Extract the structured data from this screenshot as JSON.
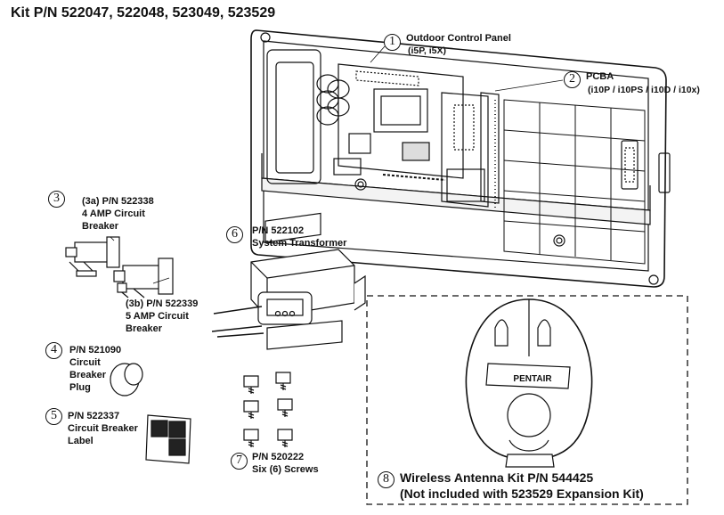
{
  "title": "Kit P/N 522047, 522048, 523049, 523529",
  "callouts": {
    "c1": {
      "number": "1",
      "line1": "Outdoor Control Panel",
      "line2": "(i5P, i5X)"
    },
    "c2": {
      "number": "2",
      "line1": "PCBA",
      "line2": "(i10P / i10PS / i10D / i10x)"
    },
    "c3": {
      "number": "3",
      "a_line1": "(3a) P/N 522338",
      "a_line2": "4 AMP Circuit",
      "a_line3": "Breaker",
      "b_line1": "(3b) P/N 522339",
      "b_line2": "5 AMP Circuit",
      "b_line3": "Breaker"
    },
    "c4": {
      "number": "4",
      "line1": "P/N 521090",
      "line2": "Circuit",
      "line3": "Breaker",
      "line4": "Plug"
    },
    "c5": {
      "number": "5",
      "line1": "P/N 522337",
      "line2": "Circuit Breaker",
      "line3": "Label"
    },
    "c6": {
      "number": "6",
      "line1": "P/N 522102",
      "line2": "System Transformer"
    },
    "c7": {
      "number": "7",
      "line1": "P/N 520222",
      "line2": "Six (6) Screws"
    },
    "c8": {
      "number": "8",
      "line1": "Wireless Antenna Kit P/N 544425",
      "line2": "(Not included with 523529 Expansion Kit)"
    }
  },
  "antenna_logo": "PENTAIR"
}
